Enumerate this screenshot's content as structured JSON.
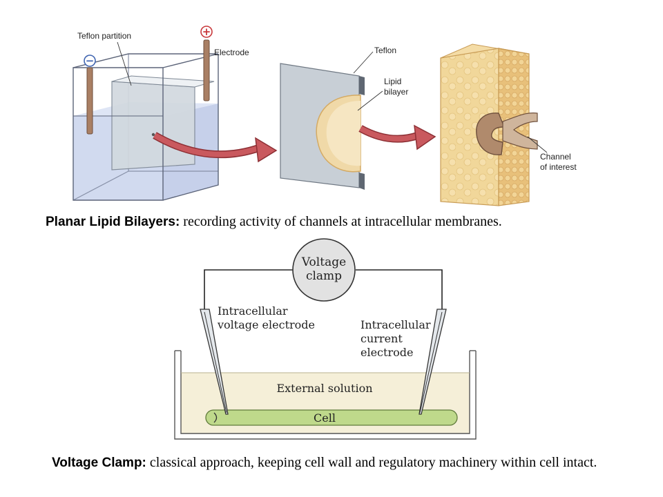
{
  "bilayer_diagram": {
    "label_teflon_partition": "Teflon partition",
    "label_electrode": "Electrode",
    "label_minus": "−",
    "label_plus": "+",
    "label_teflon": "Teflon",
    "label_lipid_line1": "Lipid",
    "label_lipid_line2": "bilayer",
    "label_channel_line1": "Channel",
    "label_channel_line2": "of interest"
  },
  "clamp_diagram": {
    "clamp_line1": "Voltage",
    "clamp_line2": "clamp",
    "voltage_electrode_line1": "Intracellular",
    "voltage_electrode_line2": "voltage electrode",
    "current_electrode_line1": "Intracellular",
    "current_electrode_line2": "current",
    "current_electrode_line3": "electrode",
    "external_solution": "External solution",
    "cell": "Cell"
  },
  "captions": {
    "bilayer_lead": "Planar Lipid Bilayers:",
    "bilayer_text": " recording activity of channels at intracellular membranes.",
    "clamp_lead": "Voltage Clamp:",
    "clamp_text": " classical approach, keeping cell wall and regulatory machinery within cell intact."
  },
  "colors": {
    "water": "#c9d3ec",
    "partition": "#d2d9df",
    "teflon_sheet": "#c8cfd6",
    "bilayer": "#f0d9a8",
    "membrane": "#f3dba0",
    "arrow": "#c9595e",
    "electrode_rod": "#a97f64",
    "external_solution": "#f5efd8",
    "cell": "#bfd98b",
    "clamp_circle": "#e2e2e2"
  }
}
